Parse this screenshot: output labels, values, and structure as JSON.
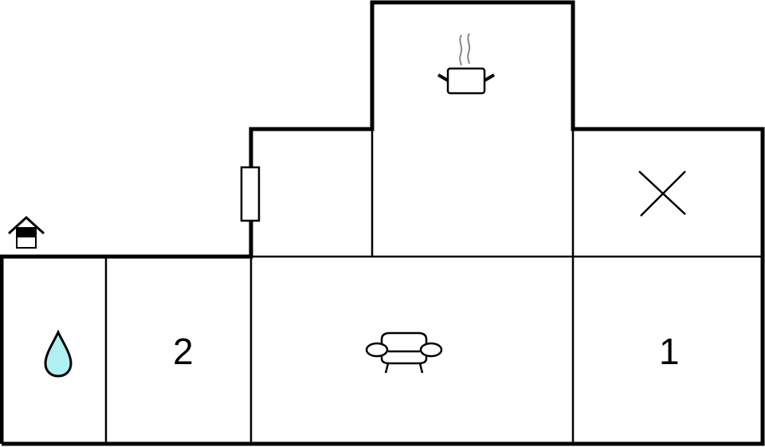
{
  "floorplan": {
    "rooms": [
      {
        "id": "bathroom",
        "label": "",
        "icon": "water-drop-icon"
      },
      {
        "id": "bedroom-2",
        "label": "2",
        "icon": ""
      },
      {
        "id": "living-room",
        "label": "",
        "icon": "sofa-icon"
      },
      {
        "id": "bedroom-1",
        "label": "1",
        "icon": ""
      },
      {
        "id": "kitchen",
        "label": "",
        "icon": "cooking-pot-icon"
      },
      {
        "id": "hallway",
        "label": "",
        "icon": "door-icon"
      },
      {
        "id": "storage",
        "label": "",
        "icon": "cross-icon"
      }
    ],
    "entrance_icon": "house-entrance-icon",
    "colors": {
      "wall": "#000000",
      "water": "#aef0f3",
      "background": "#ffffff"
    }
  }
}
